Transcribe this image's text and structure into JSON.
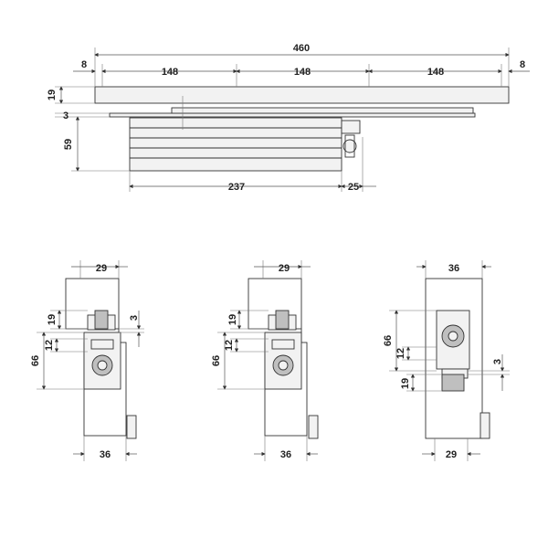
{
  "top_view": {
    "dims": {
      "overall": "460",
      "left_margin": "8",
      "right_margin": "8",
      "span_1": "148",
      "span_2": "148",
      "span_3": "148",
      "rail_height": "19",
      "gap": "3",
      "body_height": "59",
      "body_length": "237",
      "arm_offset": "25"
    }
  },
  "section_1": {
    "dims": {
      "top_width": "29",
      "bottom_width": "36",
      "h19": "19",
      "h12": "12",
      "h66": "66",
      "h3": "3"
    }
  },
  "section_2": {
    "dims": {
      "top_width": "29",
      "bottom_width": "36",
      "h19": "19",
      "h12": "12",
      "h66": "66"
    }
  },
  "section_3": {
    "dims": {
      "top_width": "36",
      "bottom_width": "29",
      "h66": "66",
      "h12": "12",
      "h19": "19",
      "h3": "3"
    }
  }
}
